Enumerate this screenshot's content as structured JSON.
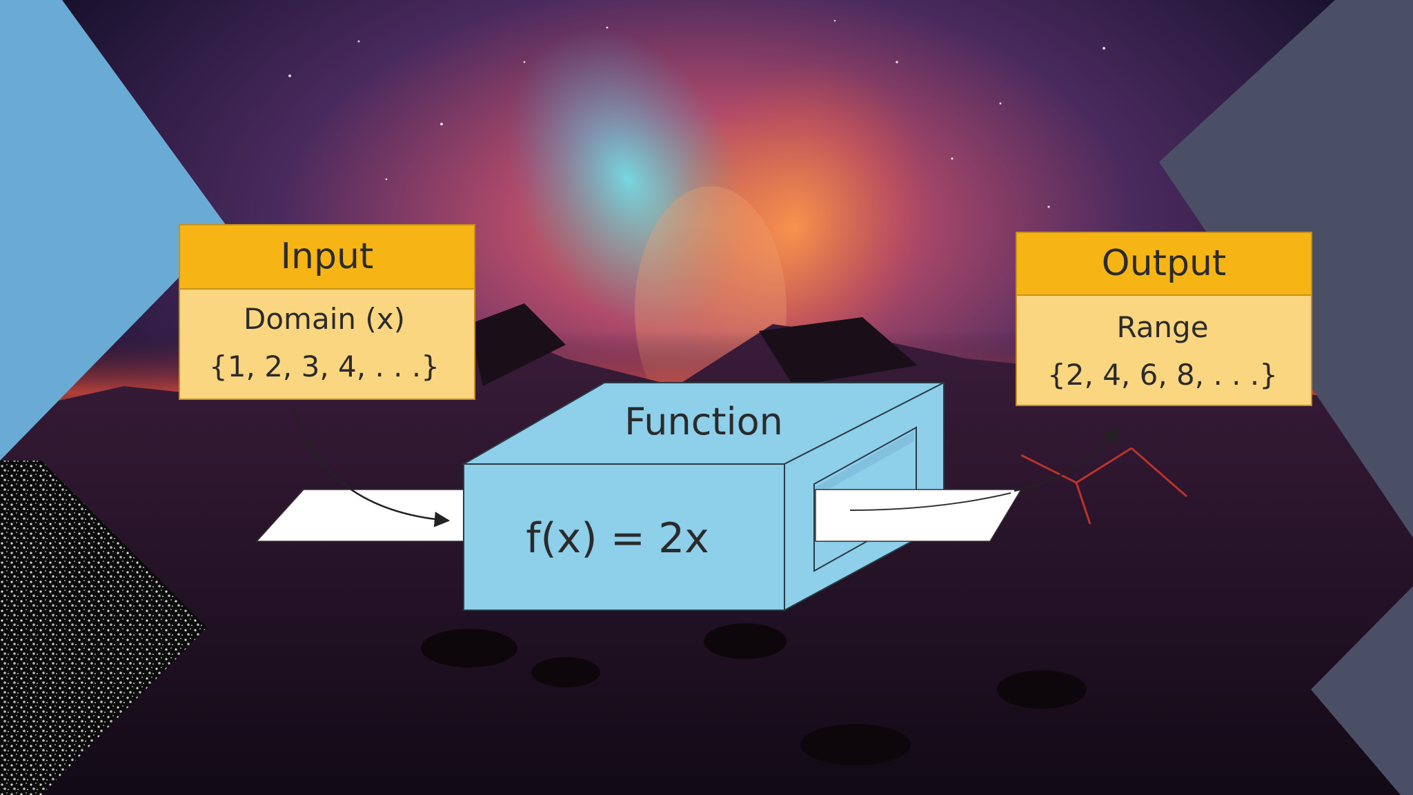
{
  "input_box": {
    "header": "Input",
    "line1": "Domain (x)",
    "line2": "{1, 2, 3, 4, . . .}"
  },
  "output_box": {
    "header": "Output",
    "line1": "Range",
    "line2": "{2, 4, 6, 8, . . .}"
  },
  "function_box": {
    "title": "Function",
    "formula": "f(x) = 2x"
  },
  "colors": {
    "header_yellow": "#F6B515",
    "body_yellow": "#FAD680",
    "box_blue": "#8ECFEA",
    "corner_blue": "#6AABD6",
    "corner_slate": "#4A4F66"
  }
}
